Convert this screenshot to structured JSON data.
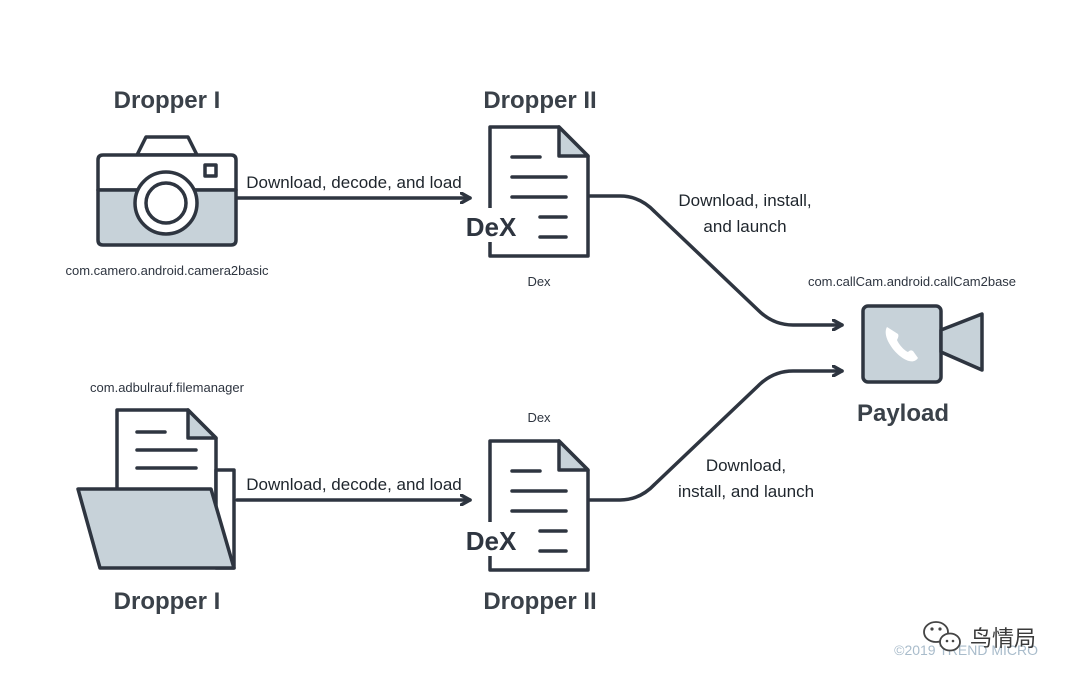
{
  "top": {
    "dropper1_title": "Dropper I",
    "dropper1_package": "com.camero.android.camera2basic",
    "edge1_label": "Download, decode, and load",
    "dropper2_title": "Dropper II",
    "dex_icon_text": "DeX",
    "dex_caption": "Dex",
    "edge2_label_line1": "Download, install,",
    "edge2_label_line2": "and launch"
  },
  "bottom": {
    "dropper1_title": "Dropper I",
    "dropper1_package": "com.adbulrauf.filemanager",
    "edge1_label": "Download, decode, and load",
    "dropper2_title": "Dropper II",
    "dex_icon_text": "DeX",
    "dex_caption": "Dex",
    "edge2_label_line1": "Download,",
    "edge2_label_line2": "install, and launch"
  },
  "payload": {
    "title": "Payload",
    "package": "com.callCam.android.callCam2base"
  },
  "footer": {
    "copyright": "©2019 TREND MICRO",
    "watermark": "鸟情局"
  },
  "colors": {
    "stroke": "#2e3540",
    "icon_fill": "#c7d2d9",
    "copyright": "#a9bccb"
  }
}
